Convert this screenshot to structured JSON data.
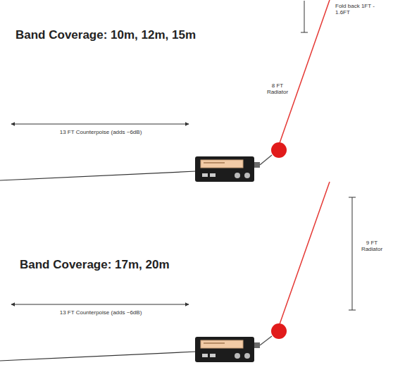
{
  "diagram": {
    "labels": [
      "Band Coverage: 10m, 12m, 15m",
      "Fold back 1FT - 1.6FT",
      "8 FT Radiator",
      "13 FT Counterpoise (adds ~6dB)",
      "Band Coverage: 17m, 20m",
      "9 FT Radiator",
      "13 FT Counterpoise (adds ~6dB)"
    ]
  }
}
